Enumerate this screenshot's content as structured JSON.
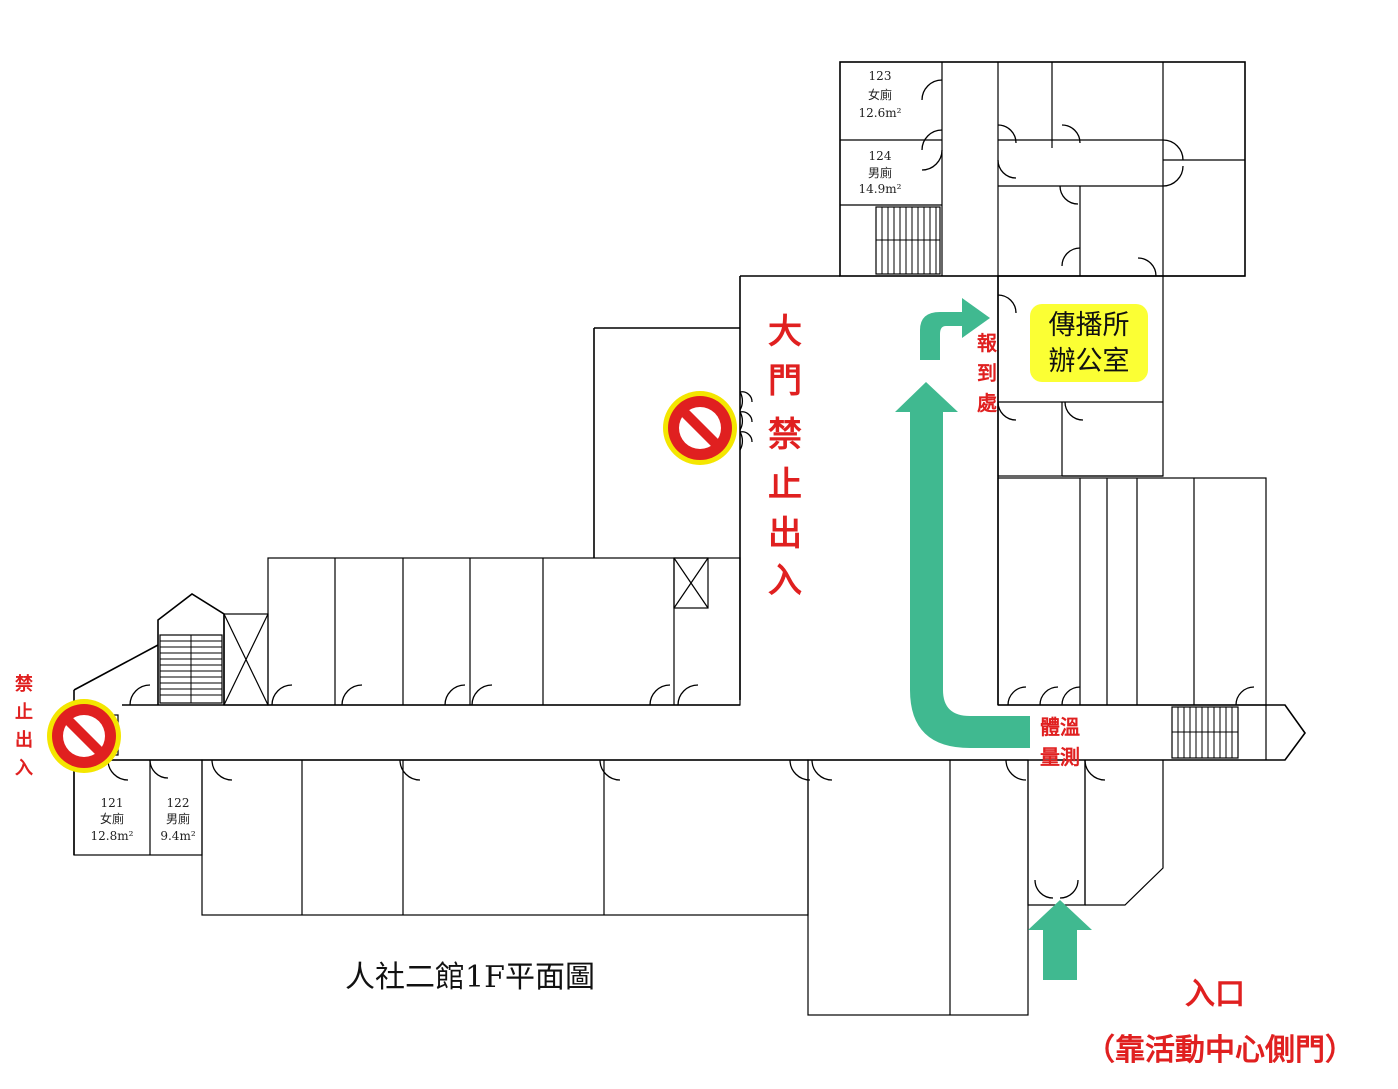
{
  "colors": {
    "arrow": "#40b990",
    "warning": "#e02020",
    "highlight": "#fbff34",
    "no_entry_ring": "#f4e600"
  },
  "icons": [
    "no-entry-icon",
    "arrow-up-icon",
    "arrow-turn-right-icon"
  ],
  "map": {
    "title": "人社二館1F平面圖",
    "main_gate_no_entry": [
      "大",
      "門",
      "禁",
      "止",
      "出",
      "入"
    ],
    "side_no_entry": [
      "禁",
      "止",
      "出",
      "入"
    ],
    "check_in": [
      "報",
      "到",
      "處"
    ],
    "office_label": [
      "傳播所",
      "辦公室"
    ],
    "temperature_check": [
      "體溫",
      "量測"
    ],
    "entrance": "入口",
    "entrance_note": "（靠活動中心側門）",
    "rooms": [
      {
        "number": "123",
        "name": "女廁",
        "area": "12.6m²"
      },
      {
        "number": "124",
        "name": "男廁",
        "area": "14.9m²"
      },
      {
        "number": "121",
        "name": "女廁",
        "area": "12.8m²"
      },
      {
        "number": "122",
        "name": "男廁",
        "area": "9.4m²"
      }
    ]
  }
}
